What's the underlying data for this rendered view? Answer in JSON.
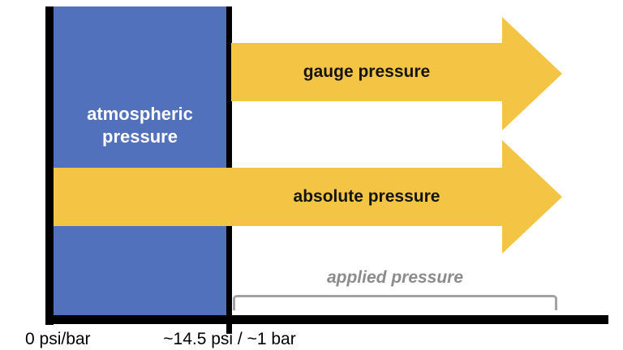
{
  "diagram": {
    "atmospheric": {
      "label": "atmospheric pressure"
    },
    "gauge": {
      "label": "gauge pressure"
    },
    "absolute": {
      "label": "absolute pressure"
    },
    "applied": {
      "label": "applied pressure"
    },
    "axis": {
      "origin_label": "0 psi/bar",
      "atmospheric_tick_label": "~14.5 psi / ~1 bar"
    },
    "colors": {
      "atmospheric_fill": "#5271BC",
      "arrow_fill": "#F4C444",
      "axis": "#000000",
      "bracket": "#A3A3A3",
      "applied_text": "#8C8C8C",
      "atmospheric_text": "#FFFFFF",
      "arrow_label_text": "#141414"
    }
  }
}
